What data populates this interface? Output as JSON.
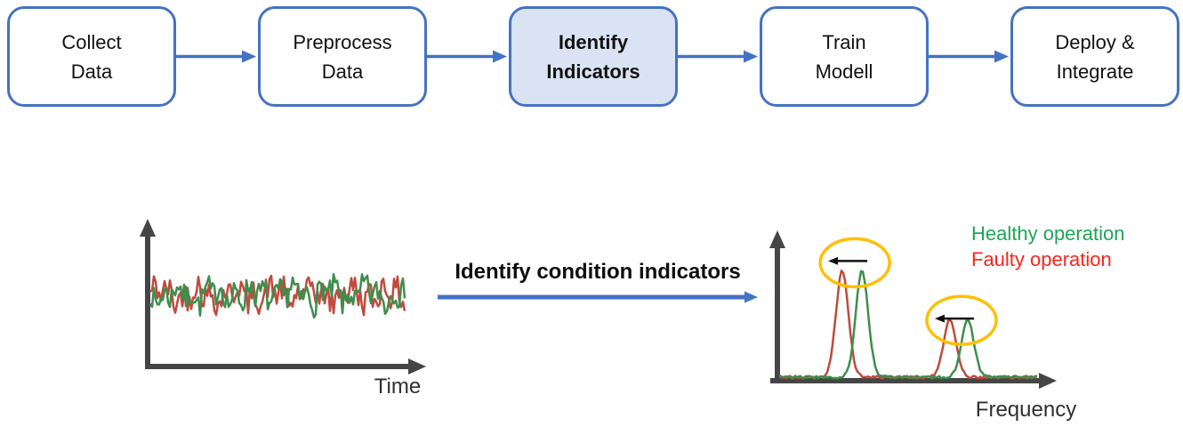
{
  "flow": {
    "steps": [
      {
        "label": "Collect\nData",
        "highlighted": false
      },
      {
        "label": "Preprocess\nData",
        "highlighted": false
      },
      {
        "label": "Identify\nIndicators",
        "highlighted": true
      },
      {
        "label": "Train\nModell",
        "highlighted": false
      },
      {
        "label": "Deploy &\nIntegrate",
        "highlighted": false
      }
    ],
    "border_color": "#4472C4",
    "highlight_fill": "#DAE3F3"
  },
  "transform_arrow": {
    "label": "Identify condition indicators",
    "color": "#4472C4"
  },
  "chart_data": [
    {
      "type": "line",
      "name": "time-domain-signal",
      "title": "",
      "xlabel": "Time",
      "ylabel": "",
      "axes_style": "arrow-axes-no-ticks",
      "axis_color": "#454545",
      "series": [
        {
          "name": "Faulty operation",
          "color": "#C04A3E",
          "shape": "dense-random-noise",
          "seed": 42,
          "phase": 0
        },
        {
          "name": "Healthy operation",
          "color": "#3E8E4C",
          "shape": "dense-random-noise",
          "seed": 7,
          "phase": 2.0
        }
      ],
      "noise": {
        "points": 144,
        "mean_level": 0.5,
        "amplitude": 0.2
      }
    },
    {
      "type": "line",
      "name": "frequency-spectrum",
      "title": "",
      "xlabel": "Frequency",
      "ylabel": "",
      "axes_style": "arrow-axes-no-ticks",
      "axis_color": "#454545",
      "series": [
        {
          "name": "Faulty operation",
          "color": "#C04A3E",
          "seed": 11,
          "peaks": [
            {
              "x": 0.233,
              "height": 0.72
            },
            {
              "x": 0.615,
              "height": 0.39
            }
          ]
        },
        {
          "name": "Healthy operation",
          "color": "#3E8E4C",
          "seed": 23,
          "peaks": [
            {
              "x": 0.303,
              "height": 0.72
            },
            {
              "x": 0.678,
              "height": 0.39
            }
          ]
        }
      ],
      "legend": [
        {
          "label": "Healthy operation",
          "color": "#1EA656"
        },
        {
          "label": "Faulty operation",
          "color": "#FB241B"
        }
      ],
      "annotations": [
        {
          "type": "ellipse-with-left-arrow",
          "x": 0.278,
          "y": 0.775,
          "color": "#FFC000"
        },
        {
          "type": "ellipse-with-left-arrow",
          "x": 0.656,
          "y": 0.385,
          "color": "#FFC000"
        }
      ]
    }
  ]
}
